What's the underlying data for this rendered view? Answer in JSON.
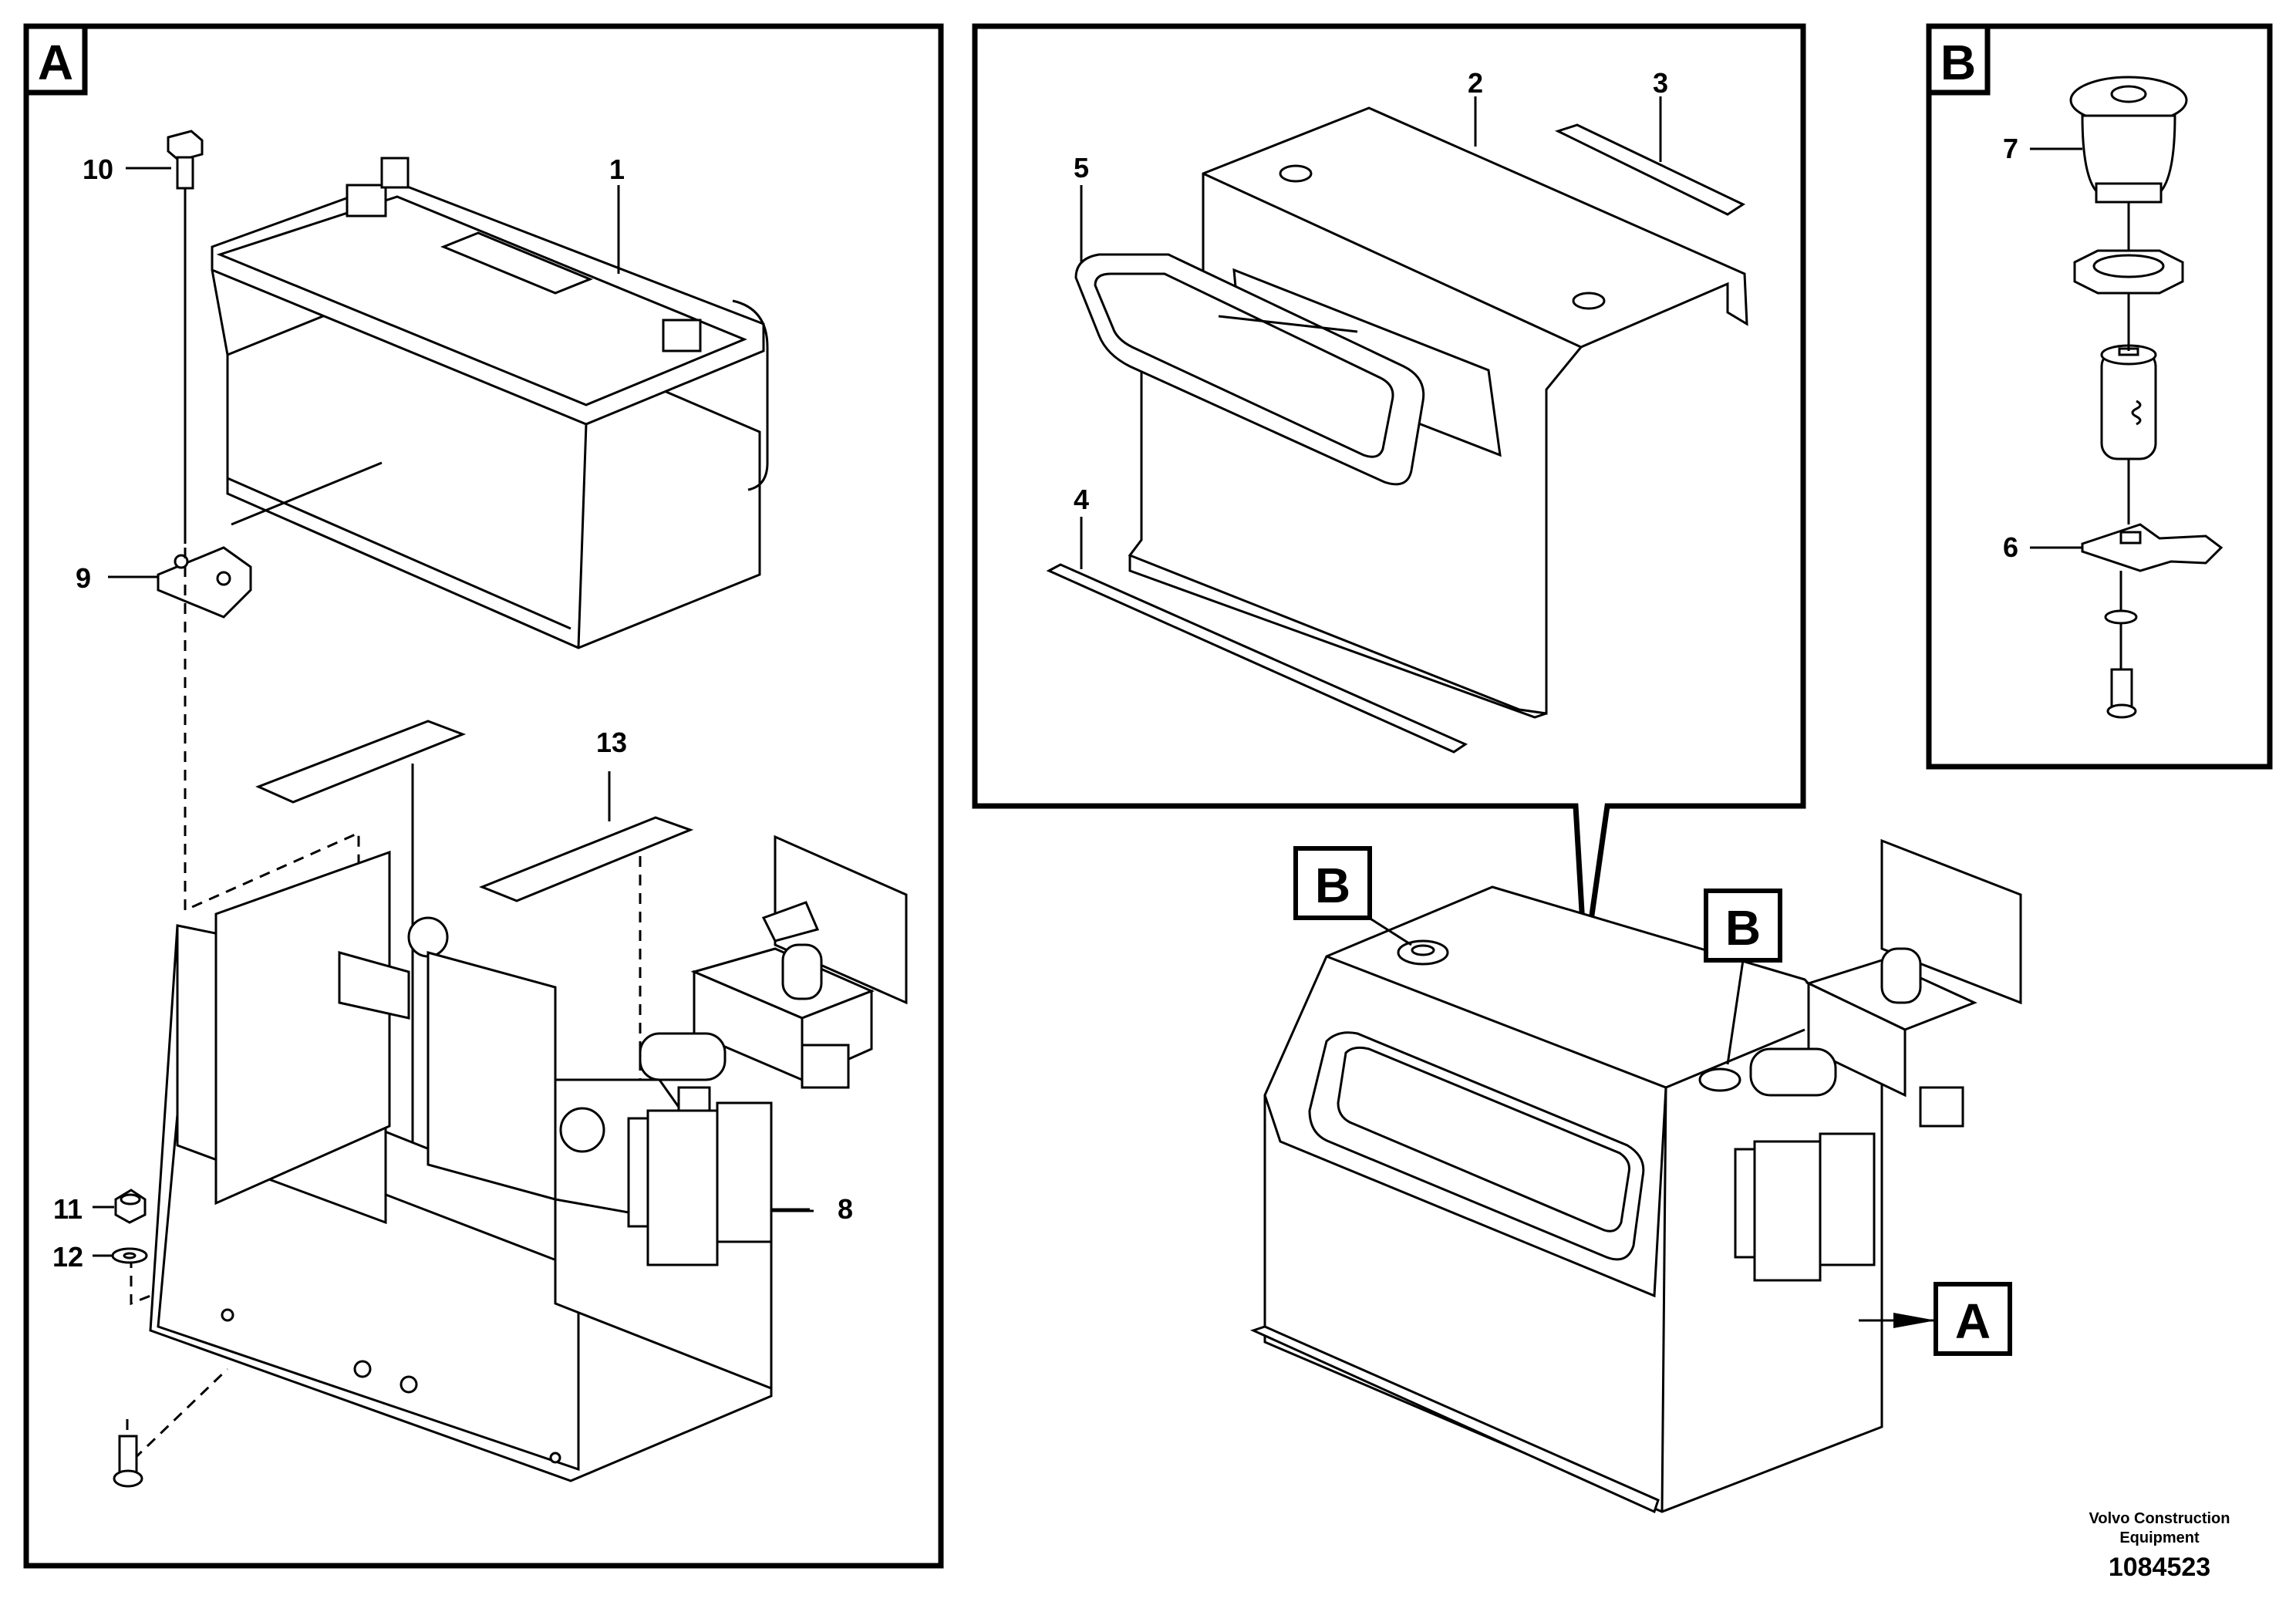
{
  "panels": {
    "a_label": "A",
    "b_label": "B"
  },
  "callouts": {
    "p1": "1",
    "p2": "2",
    "p3": "3",
    "p4": "4",
    "p5": "5",
    "p6": "6",
    "p7": "7",
    "p8": "8",
    "p9": "9",
    "p10": "10",
    "p11": "11",
    "p12": "12",
    "p13": "13"
  },
  "assembly_refs": {
    "b_top": "B",
    "b_side": "B",
    "a_side": "A"
  },
  "footer": {
    "company_line1": "Volvo Construction",
    "company_line2": "Equipment",
    "doc_number": "1084523"
  }
}
